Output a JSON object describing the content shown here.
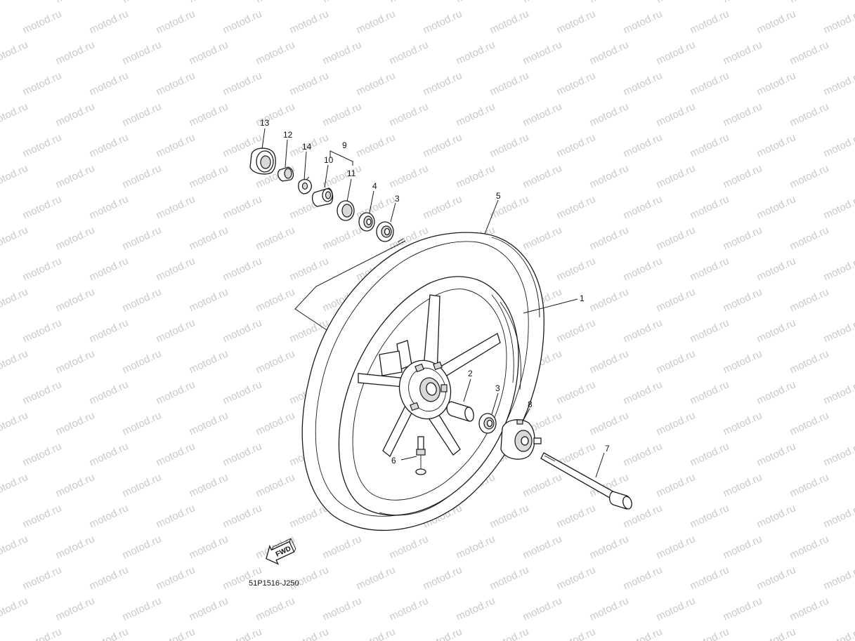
{
  "watermark": {
    "text": "motod.ru"
  },
  "parts": [
    {
      "id": "part-1",
      "number": "1"
    },
    {
      "id": "part-2",
      "number": "2"
    },
    {
      "id": "part-3a",
      "number": "3"
    },
    {
      "id": "part-3b",
      "number": "3"
    },
    {
      "id": "part-4",
      "number": "4"
    },
    {
      "id": "part-5",
      "number": "5"
    },
    {
      "id": "part-6",
      "number": "6"
    },
    {
      "id": "part-7",
      "number": "7"
    },
    {
      "id": "part-8",
      "number": "8"
    },
    {
      "id": "part-9",
      "number": "9"
    },
    {
      "id": "part-10",
      "number": "10"
    },
    {
      "id": "part-11",
      "number": "11"
    },
    {
      "id": "part-12",
      "number": "12"
    },
    {
      "id": "part-13",
      "number": "13"
    },
    {
      "id": "part-14",
      "number": "14"
    }
  ],
  "forward_badge": {
    "label": "FWD"
  },
  "diagram_code": "51P1516-J250",
  "colors": {
    "line": "#1a1a1a",
    "watermark": "#c9c9c9",
    "background": "#ffffff"
  }
}
